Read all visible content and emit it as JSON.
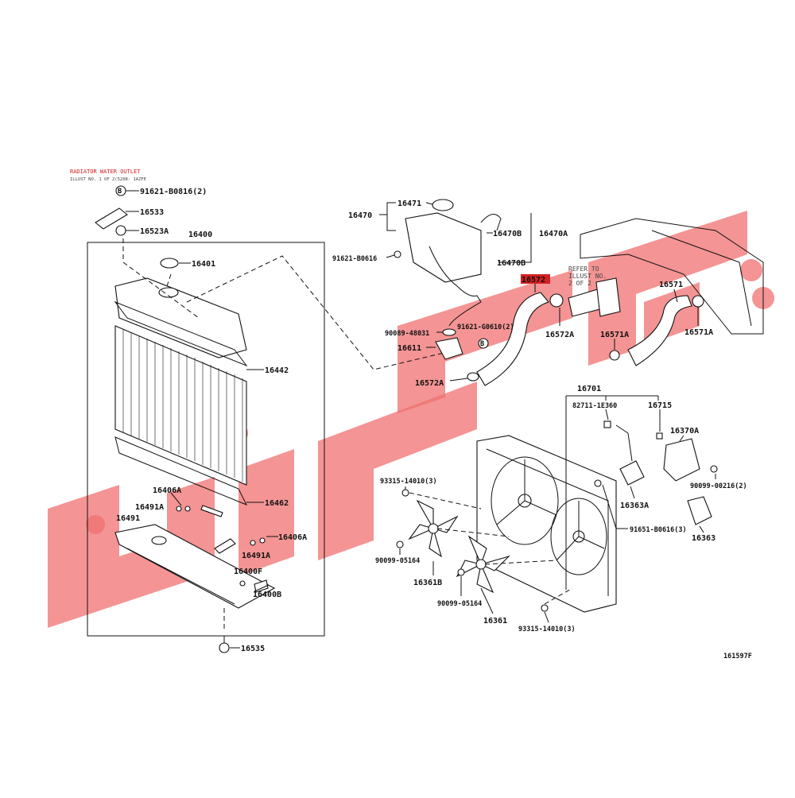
{
  "header_note": {
    "title": "RADIATOR WATER OUTLET",
    "subtitle": "ILLUST NO. 1 OF 2(5208- 1AZFE"
  },
  "refer_note": [
    "REFER TO",
    "ILLUST NO.",
    "2 OF 2"
  ],
  "diagram_code": "161597F",
  "highlighted_part": "16572",
  "watermark_color": "#f07070",
  "highlight_color": "#d42020",
  "labels": {
    "p91621_b0816": "91621-B0816(2)",
    "p16533": "16533",
    "p16523a": "16523A",
    "p16400": "16400",
    "p16401": "16401",
    "p16442": "16442",
    "p16406a_l": "16406A",
    "p16491a_l": "16491A",
    "p16491": "16491",
    "p16462": "16462",
    "p16406a_r": "16406A",
    "p16491a_r": "16491A",
    "p16400f": "16400F",
    "p16400b": "16400B",
    "p16535": "16535",
    "p16471": "16471",
    "p16470": "16470",
    "p16470b_1": "16470B",
    "p16470a": "16470A",
    "p91621_b0616": "91621-B0616",
    "p16470b_2": "16470B",
    "p16572": "16572",
    "p90089_48031": "90089-48031",
    "p91621_g0610": "91621-G0610(2)",
    "p16611": "16611",
    "p16572a_1": "16572A",
    "p16572a_2": "16572A",
    "p16571": "16571",
    "p16571a_1": "16571A",
    "p16571a_2": "16571A",
    "p16701": "16701",
    "p82711_1e360": "82711-1E360",
    "p16715": "16715",
    "p16370a": "16370A",
    "p90099_00216": "90099-00216(2)",
    "p93315_top": "93315-14010(3)",
    "p16363a": "16363A",
    "p91651_b0616": "91651-B0616(3)",
    "p16363": "16363",
    "p90099_05164_a": "90099-05164",
    "p16361b": "16361B",
    "p90099_05164_b": "90099-05164",
    "p16361": "16361",
    "p93315_bottom": "93315-14010(3)",
    "badge_b1": "B",
    "badge_b2": "B"
  }
}
